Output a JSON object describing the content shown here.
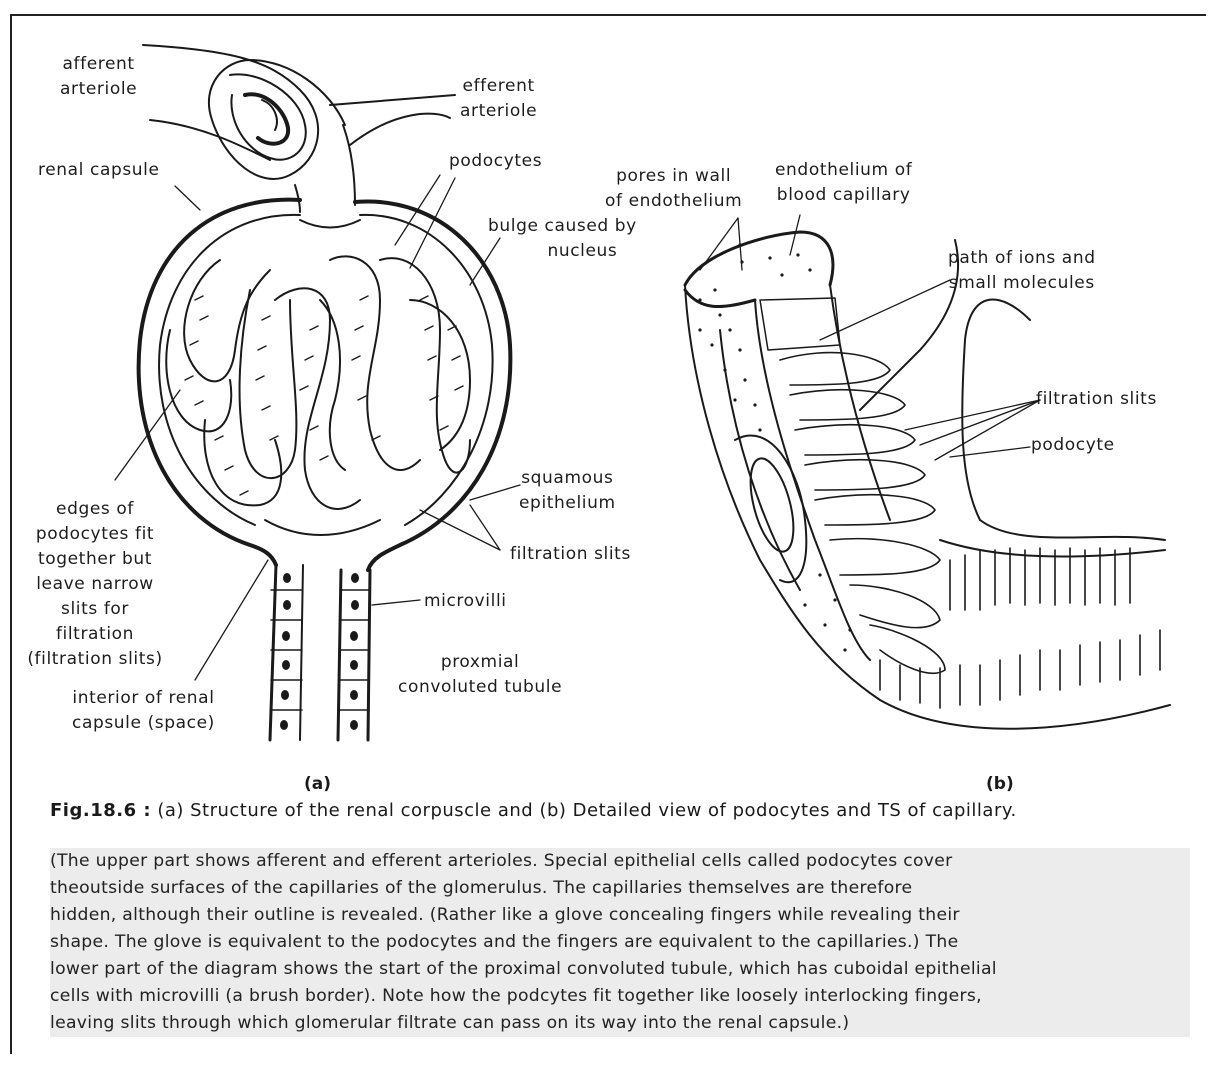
{
  "diagram_a": {
    "labels": {
      "afferent_arteriole": [
        "afferent",
        "arteriole"
      ],
      "efferent_arteriole": [
        "efferent",
        "arteriole"
      ],
      "renal_capsule": "renal capsule",
      "podocytes": "podocytes",
      "bulge": [
        "bulge caused by",
        "nucleus"
      ],
      "squamous_epithelium": [
        "squamous",
        "epithelium"
      ],
      "filtration_slits": "filtration slits",
      "microvilli": "microvilli",
      "proximal_tubule": [
        "proxmial",
        "convoluted tubule"
      ],
      "edges_of_podocytes": [
        "edges of",
        "podocytes fit",
        "together but",
        "leave narrow",
        "slits for",
        "filtration",
        "(filtration slits)"
      ],
      "interior_of_capsule": [
        "interior of renal",
        "capsule (space)"
      ]
    },
    "caption": "(a)"
  },
  "diagram_b": {
    "labels": {
      "pores": [
        "pores in wall",
        "of endothelium"
      ],
      "endothelium": [
        "endothelium of",
        "blood capillary"
      ],
      "path_of_ions": [
        "path of ions and",
        "small molecules"
      ],
      "filtration_slits": "filtration slits",
      "podocyte": "podocyte"
    },
    "caption": "(b)"
  },
  "figure": {
    "number": "Fig.18.6 :",
    "title": "(a) Structure of the renal corpuscle and (b) Detailed view of podocytes and TS of capillary."
  },
  "paragraph_lines": [
    "(The upper part shows afferent and efferent arterioles. Special epithelial cells called podocytes cover",
    "theoutside surfaces of  the capillaries  of the glomerulus. The capillaries themselves are therefore",
    "hidden, although their outline is revealed. (Rather like a glove concealing fingers while revealing their",
    "shape. The glove is equivalent to the podocytes and the fingers are equivalent to the capillaries.) The",
    "lower part of the diagram shows the start of the proximal convoluted tubule, which has cuboidal epithelial",
    "cells with microvilli (a brush border). Note how the podcytes fit together like loosely interlocking fingers,",
    "leaving slits through which glomerular filtrate can pass on its way into the renal capsule.)"
  ]
}
